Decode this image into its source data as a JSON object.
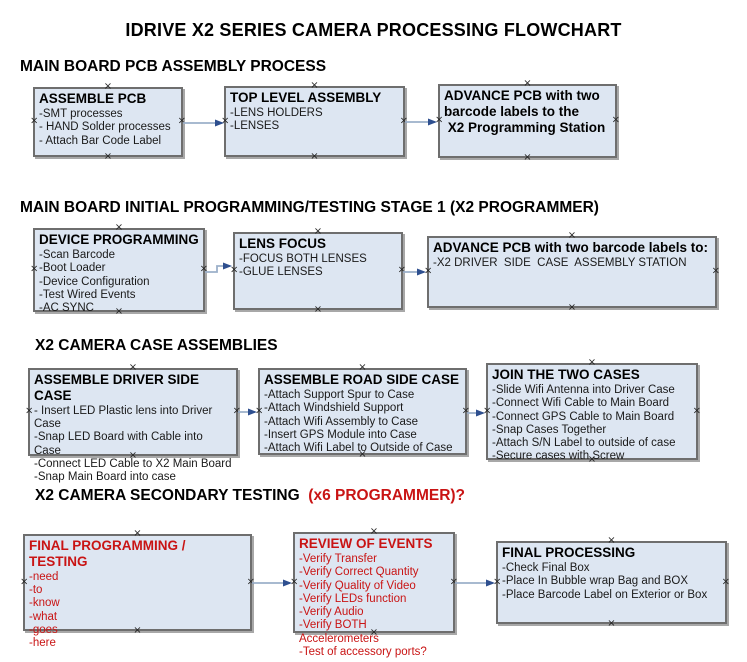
{
  "page_title": "IDRIVE X2  SERIES CAMERA PROCESSING FLOWCHART",
  "colors": {
    "box_fill": "#dde6f2",
    "box_border": "#6e6e6e",
    "arrow_line": "#9cb0ca",
    "arrow_head": "#2e4f8f",
    "red_text": "#c91414"
  },
  "sections": [
    {
      "header": "MAIN BOARD PCB ASSEMBLY PROCESS",
      "boxes": [
        {
          "title": "ASSEMBLE PCB",
          "items": [
            "-SMT processes",
            "- HAND Solder processes",
            "- Attach Bar Code Label"
          ]
        },
        {
          "title": "TOP LEVEL ASSEMBLY",
          "items": [
            "-LENS HOLDERS",
            "-LENSES"
          ]
        },
        {
          "title": "ADVANCE PCB with two barcode labels to the\n X2 Programming Station",
          "items": []
        }
      ]
    },
    {
      "header": "MAIN BOARD INITIAL PROGRAMMING/TESTING STAGE 1 (X2 PROGRAMMER)",
      "boxes": [
        {
          "title": "DEVICE PROGRAMMING",
          "items": [
            "-Scan Barcode",
            "-Boot Loader",
            "-Device Configuration",
            "-Test Wired Events",
            "-AC SYNC"
          ]
        },
        {
          "title": "LENS FOCUS",
          "items": [
            "-FOCUS BOTH LENSES",
            "-GLUE LENSES"
          ]
        },
        {
          "title": "ADVANCE PCB with two barcode labels to:",
          "items": [
            "-X2 DRIVER  SIDE  CASE  ASSEMBLY STATION"
          ]
        }
      ]
    },
    {
      "header": "X2 CAMERA CASE ASSEMBLIES",
      "boxes": [
        {
          "title": "ASSEMBLE DRIVER SIDE CASE",
          "items": [
            "- Insert LED Plastic lens into Driver Case",
            "-Snap LED Board with Cable into Case",
            "-Connect LED Cable to X2 Main Board",
            "-Snap Main Board into case"
          ]
        },
        {
          "title": "ASSEMBLE ROAD SIDE CASE",
          "items": [
            "-Attach Support Spur to Case",
            "-Attach Windshield Support",
            "-Attach Wifi Assembly to Case",
            "-Insert GPS Module into Case",
            "-Attach Wifi Label to Outside of Case"
          ]
        },
        {
          "title": "JOIN THE TWO CASES",
          "items": [
            "-Slide Wifi Antenna into Driver Case",
            "-Connect Wifi Cable to Main Board",
            "-Connect GPS Cable to Main Board",
            "-Snap Cases Together",
            "-Attach S/N Label to outside of case",
            "-Secure cases with Screw"
          ]
        }
      ]
    },
    {
      "header": "X2 CAMERA SECONDARY TESTING  ",
      "header_red": "(x6 PROGRAMMER)?",
      "boxes": [
        {
          "title": "FINAL PROGRAMMING / TESTING",
          "items": [
            "-need",
            "-to",
            "-know",
            "-what",
            "-goes",
            "-here"
          ]
        },
        {
          "title": "REVIEW OF EVENTS",
          "items": [
            "-Verify Transfer",
            "-Verify Correct Quantity",
            "-Verify Quality of Video",
            "-Verify LEDs function",
            "-Verify Audio",
            "-Verify BOTH Accelerometers",
            "-Test of accessory ports?"
          ]
        },
        {
          "title": "FINAL PROCESSING",
          "items": [
            "-Check Final Box",
            "-Place In Bubble wrap Bag and BOX",
            "-Place Barcode Label on Exterior or Box"
          ]
        }
      ]
    }
  ]
}
